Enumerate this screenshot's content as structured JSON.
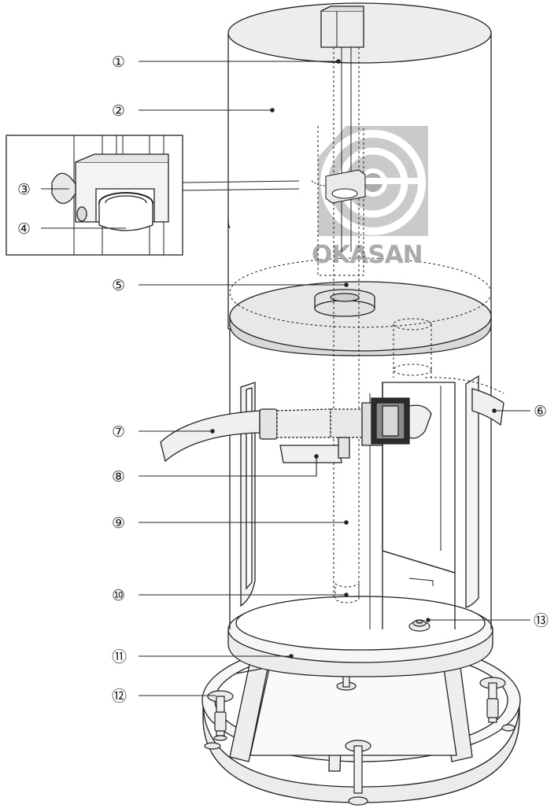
{
  "diagram": {
    "callouts": [
      {
        "id": "c1",
        "label": "①"
      },
      {
        "id": "c2",
        "label": "②"
      },
      {
        "id": "c3",
        "label": "③"
      },
      {
        "id": "c4",
        "label": "④"
      },
      {
        "id": "c5",
        "label": "⑤"
      },
      {
        "id": "c6",
        "label": "⑥"
      },
      {
        "id": "c7",
        "label": "⑦"
      },
      {
        "id": "c8",
        "label": "⑧"
      },
      {
        "id": "c9",
        "label": "⑨"
      },
      {
        "id": "c10",
        "label": "⑩"
      },
      {
        "id": "c11",
        "label": "⑪"
      },
      {
        "id": "c12",
        "label": "⑫"
      },
      {
        "id": "c13",
        "label": "⑬"
      }
    ],
    "watermark": {
      "text": "OKASAN",
      "color": "#a8a8a8"
    },
    "colors": {
      "line": "#222222",
      "fill_light": "#f2f2f2",
      "fill_mid": "#e6e6e6",
      "fill_dark": "#cfcfcf"
    }
  }
}
